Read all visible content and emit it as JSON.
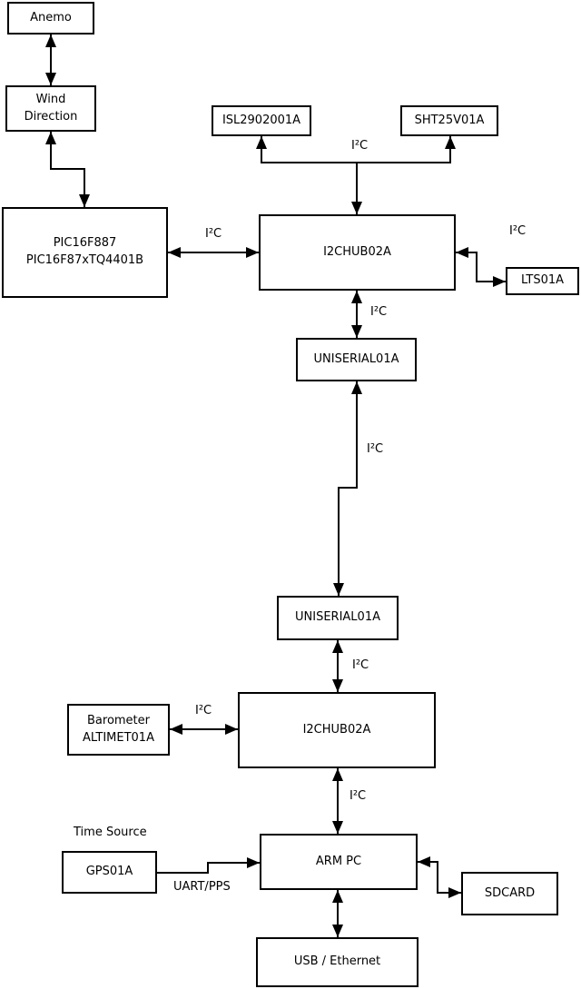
{
  "diagram": {
    "nodes": {
      "anemo": {
        "label": "Anemo"
      },
      "wind_direction": {
        "label": "Wind\nDirection"
      },
      "pic": {
        "label": "PIC16F887\nPIC16F87xTQ4401B"
      },
      "isl2902001a": {
        "label": "ISL2902001A"
      },
      "sht25v01a": {
        "label": "SHT25V01A"
      },
      "i2chub_upper": {
        "label": "I2CHUB02A"
      },
      "lts01a": {
        "label": "LTS01A"
      },
      "uniserial_upper": {
        "label": "UNISERIAL01A"
      },
      "uniserial_lower": {
        "label": "UNISERIAL01A"
      },
      "barometer": {
        "label": "Barometer\nALTIMET01A"
      },
      "i2chub_lower": {
        "label": "I2CHUB02A"
      },
      "gps01a": {
        "label": "GPS01A"
      },
      "arm_pc": {
        "label": "ARM PC"
      },
      "sdcard": {
        "label": "SDCARD"
      },
      "usb_ethernet": {
        "label": "USB / Ethernet"
      }
    },
    "edge_labels": {
      "bus_isl_sht": "I²C",
      "bus_pic_hub": "I²C",
      "bus_hub_lts": "I²C",
      "bus_hub_uniserial": "I²C",
      "bus_uniserial_link": "I²C",
      "bus_uniserial_hub2": "I²C",
      "bus_baro_hub2": "I²C",
      "bus_hub2_armpc": "I²C",
      "time_source": "Time Source",
      "uart_pps": "UART/PPS"
    },
    "colors": {
      "line": "#000000",
      "box_border": "#000000",
      "box_fill": "#ffffff",
      "text": "#000000",
      "background": "#ffffff"
    }
  }
}
